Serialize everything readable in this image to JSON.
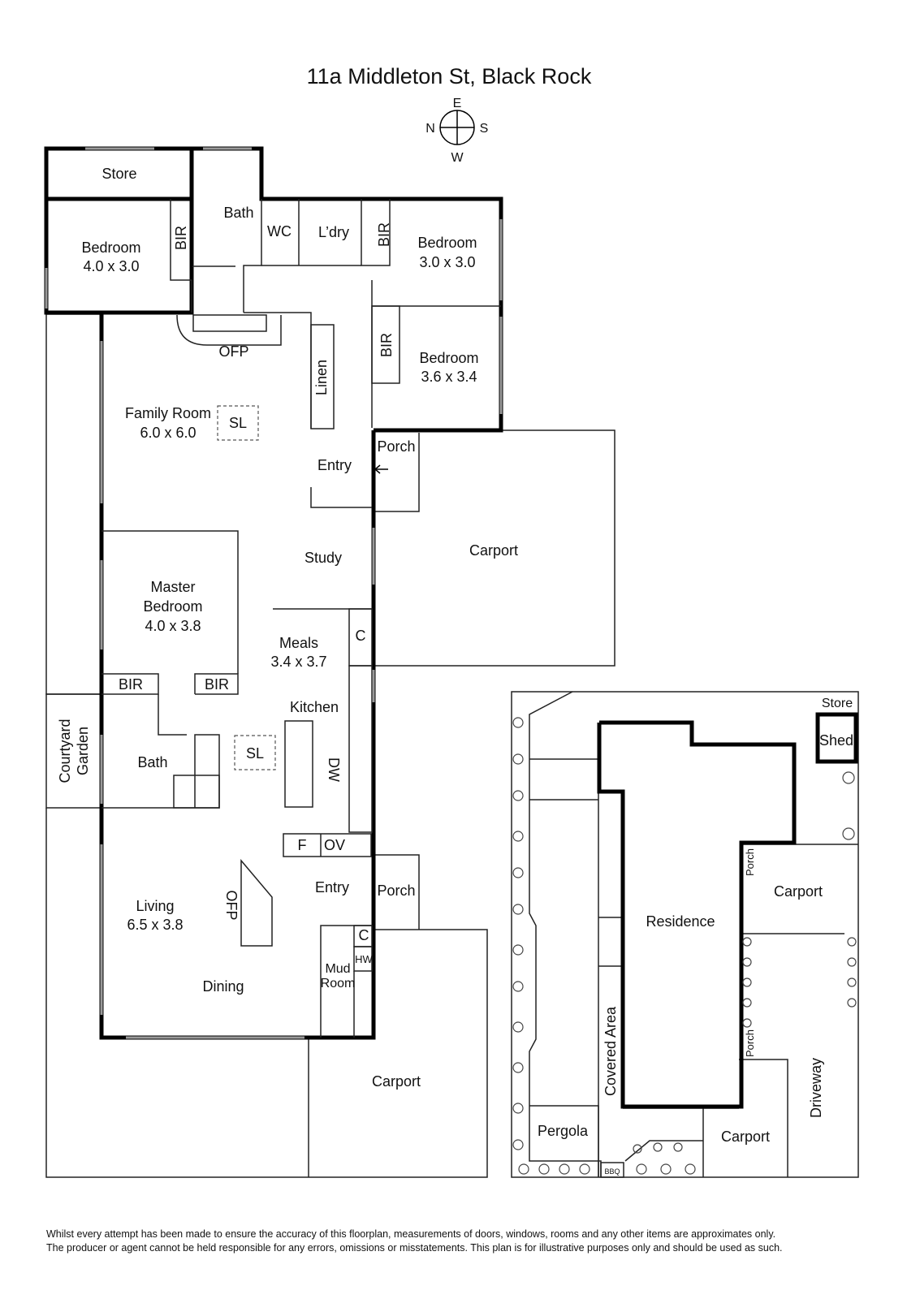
{
  "title": "11a Middleton St, Black Rock",
  "compass": {
    "n": "N",
    "e": "E",
    "s": "S",
    "w": "W"
  },
  "rooms": {
    "store": "Store",
    "bedroom1": {
      "name": "Bedroom",
      "dims": "4.0 x 3.0"
    },
    "bir1": "BIR",
    "bath1": "Bath",
    "wc": "WC",
    "laundry": "L’dry",
    "bir2": "BIR",
    "bedroom2": {
      "name": "Bedroom",
      "dims": "3.0 x 3.0"
    },
    "bir3": "BIR",
    "bedroom3": {
      "name": "Bedroom",
      "dims": "3.6 x 3.4"
    },
    "ofp1": "OFP",
    "linen": "Linen",
    "family": {
      "name": "Family Room",
      "dims": "6.0 x 6.0"
    },
    "sl1": "SL",
    "porch1": "Porch",
    "entry1": "Entry",
    "carport1": "Carport",
    "study": "Study",
    "master": {
      "name1": "Master",
      "name2": "Bedroom",
      "dims": "4.0 x 3.8"
    },
    "c1": "C",
    "meals": {
      "name": "Meals",
      "dims": "3.4 x 3.7"
    },
    "bir4": "BIR",
    "bir5": "BIR",
    "kitchen": "Kitchen",
    "courtyard": {
      "line1": "Courtyard",
      "line2": "Garden"
    },
    "sl2": "SL",
    "dw": "DW",
    "bath2": "Bath",
    "fridge": "F",
    "oven": "OV",
    "entry2": "Entry",
    "porch2": "Porch",
    "living": {
      "name": "Living",
      "dims": "6.5 x 3.8"
    },
    "ofp2": "OFP",
    "c2": "C",
    "hw": "HW",
    "mud": {
      "line1": "Mud",
      "line2": "Room"
    },
    "dining": "Dining",
    "carport2": "Carport"
  },
  "site": {
    "store": "Store",
    "shed": "Shed",
    "porch1": "Porch",
    "carport1": "Carport",
    "residence": "Residence",
    "porch2": "Porch",
    "covered": "Covered Area",
    "driveway": "Driveway",
    "pergola": "Pergola",
    "carport2": "Carport",
    "bbq": "BBQ"
  },
  "footer": {
    "line1": "Whilst every attempt has been made to ensure the accuracy of this floorplan, measurements of doors, windows, rooms and any other items are approximates only.",
    "line2": "The producer or agent cannot be held responsible for any errors, omissions or misstatements. This plan is for illustrative purposes only and should be used as such."
  }
}
